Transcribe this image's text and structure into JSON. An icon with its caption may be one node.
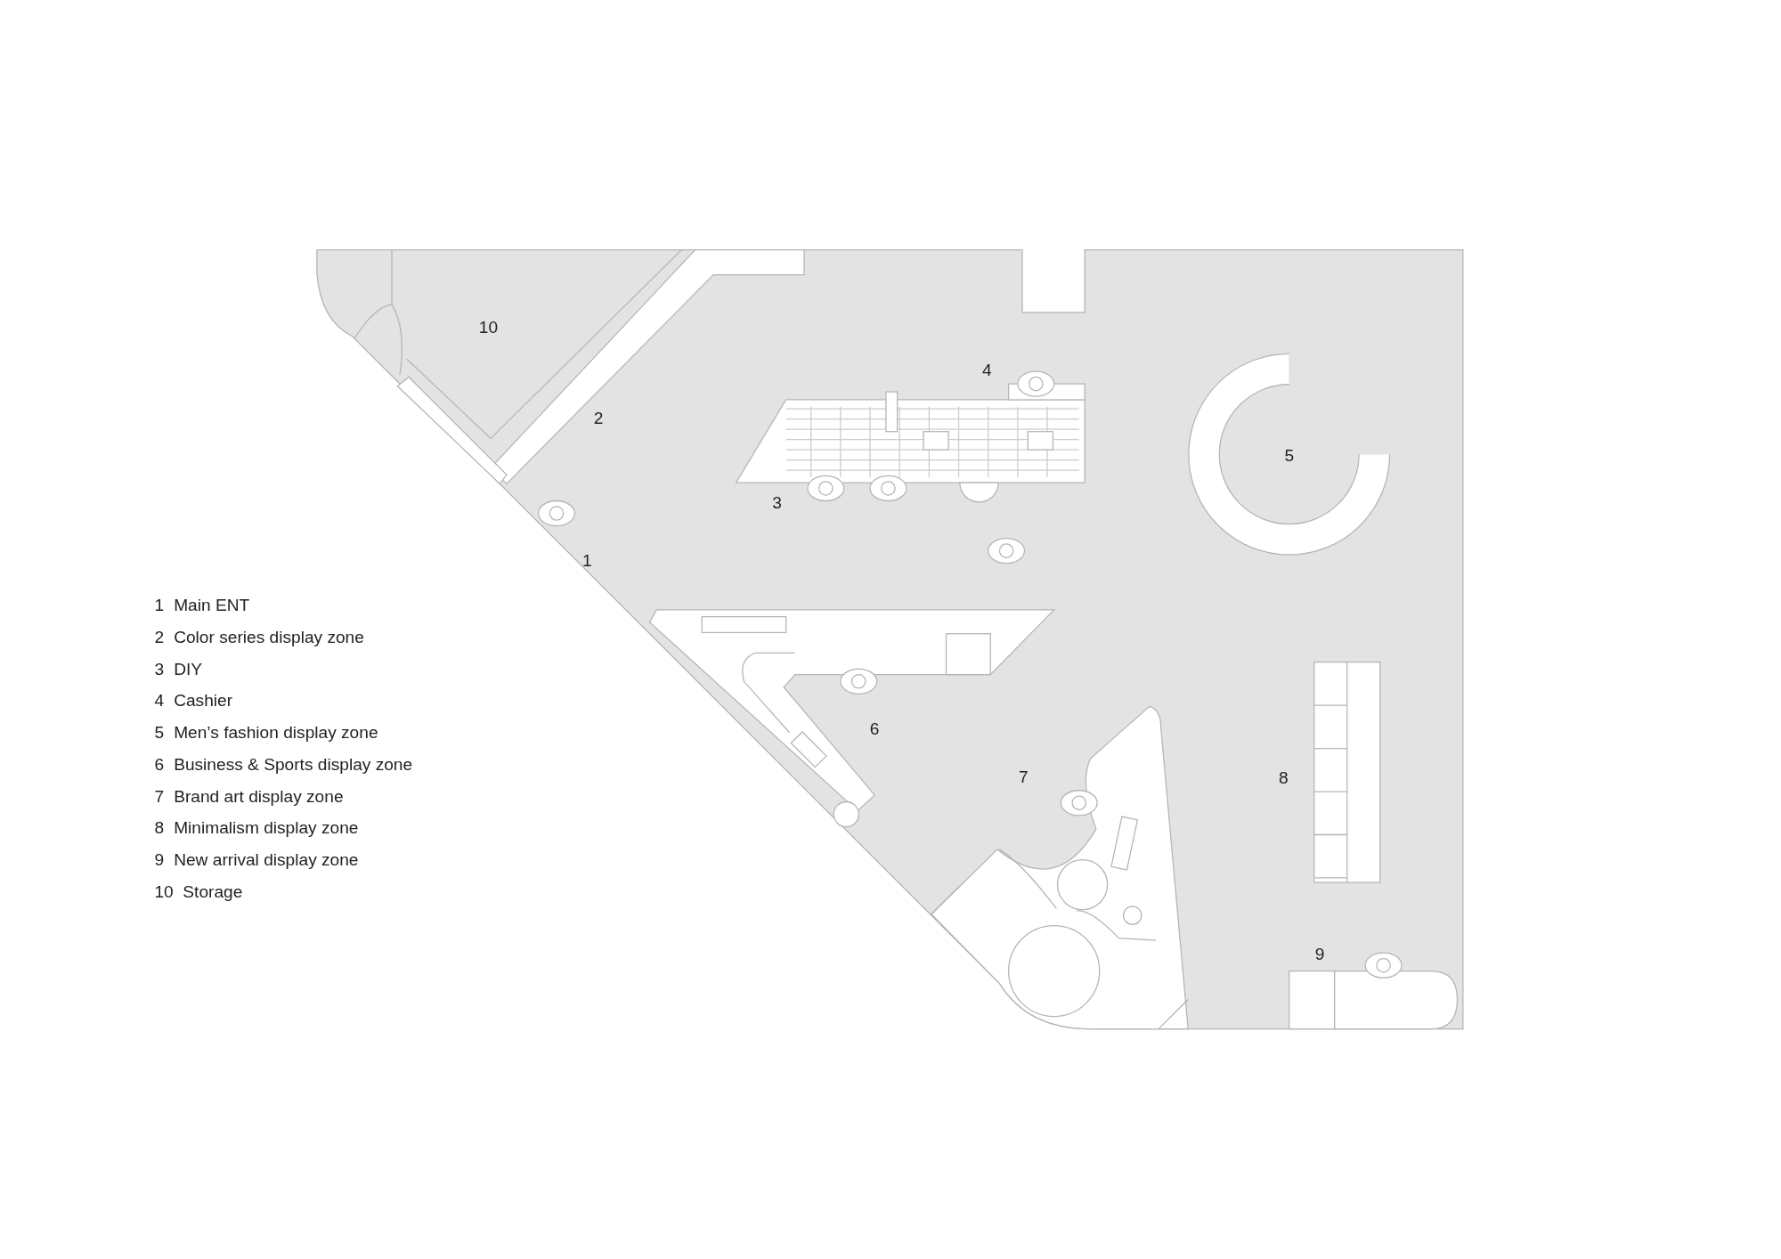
{
  "diagram": {
    "labels": [
      "10",
      "4",
      "2",
      "5",
      "3",
      "1",
      "6",
      "7",
      "8",
      "9",
      "1",
      "Main ENT",
      "2",
      "Color series display zone",
      "3",
      "DIY",
      "4",
      "Cashier",
      "5",
      "Men’s fashion display zone",
      "6",
      "Business & Sports display zone",
      "7",
      "Brand art display zone",
      "8",
      "Minimalism display zone",
      "9",
      "New arrival display zone",
      "10",
      "Storage"
    ]
  }
}
